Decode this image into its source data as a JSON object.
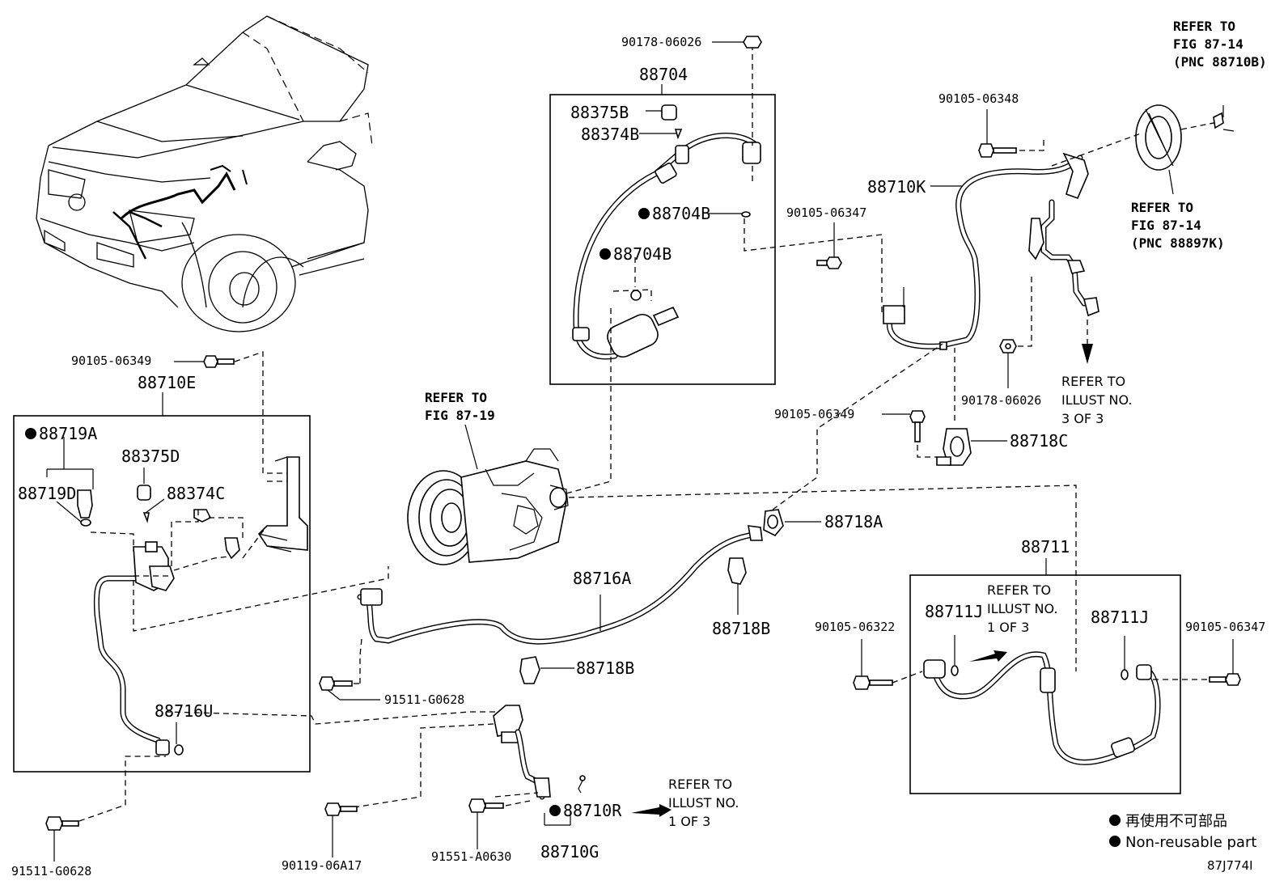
{
  "labels": {
    "p90178_06026_top": "90178-06026",
    "p88704": "88704",
    "p88375B": "88375B",
    "p88374B": "88374B",
    "p88704B_a": "88704B",
    "p88704B_b": "88704B",
    "p90105_06348": "90105-06348",
    "p88710K": "88710K",
    "p90105_06347_mid": "90105-06347",
    "p90178_06026_right": "90178-06026",
    "p90105_06349_mid": "90105-06349",
    "p88718C": "88718C",
    "p90105_06349_left": "90105-06349",
    "p88710E": "88710E",
    "p88719A": "88719A",
    "p88375D": "88375D",
    "p88719D": "88719D",
    "p88374C": "88374C",
    "p88716U": "88716U",
    "p88718A": "88718A",
    "p88716A": "88716A",
    "p88718B_a": "88718B",
    "p88718B_b": "88718B",
    "p91511_G0628_a": "91511-G0628",
    "p91511_G0628_b": "91511-G0628",
    "p88711": "88711",
    "p88711J_a": "88711J",
    "p88711J_b": "88711J",
    "p90105_06322": "90105-06322",
    "p90105_06347_right": "90105-06347",
    "p88710R": "88710R",
    "p88710G": "88710G",
    "p90119_06A17": "90119-06A17",
    "p91551_A0630": "91551-A0630"
  },
  "refs": {
    "top_right": [
      "REFER TO",
      "FIG 87-14",
      "(PNC 88710B)"
    ],
    "mid_right": [
      "REFER TO",
      "FIG 87-14",
      "(PNC 88897K)"
    ],
    "compressor": [
      "REFER TO",
      "FIG 87-19"
    ],
    "illust3": [
      "REFER TO",
      "ILLUST NO.",
      "3 OF 3"
    ],
    "illust1_box": [
      "REFER TO",
      "ILLUST NO.",
      "1 OF 3"
    ],
    "illust1_bottom": [
      "REFER TO",
      "ILLUST NO.",
      "1 OF 3"
    ]
  },
  "legend": {
    "jp": "再使用不可部品",
    "en": "Non-reusable part"
  },
  "drawing_code": "87J774I"
}
